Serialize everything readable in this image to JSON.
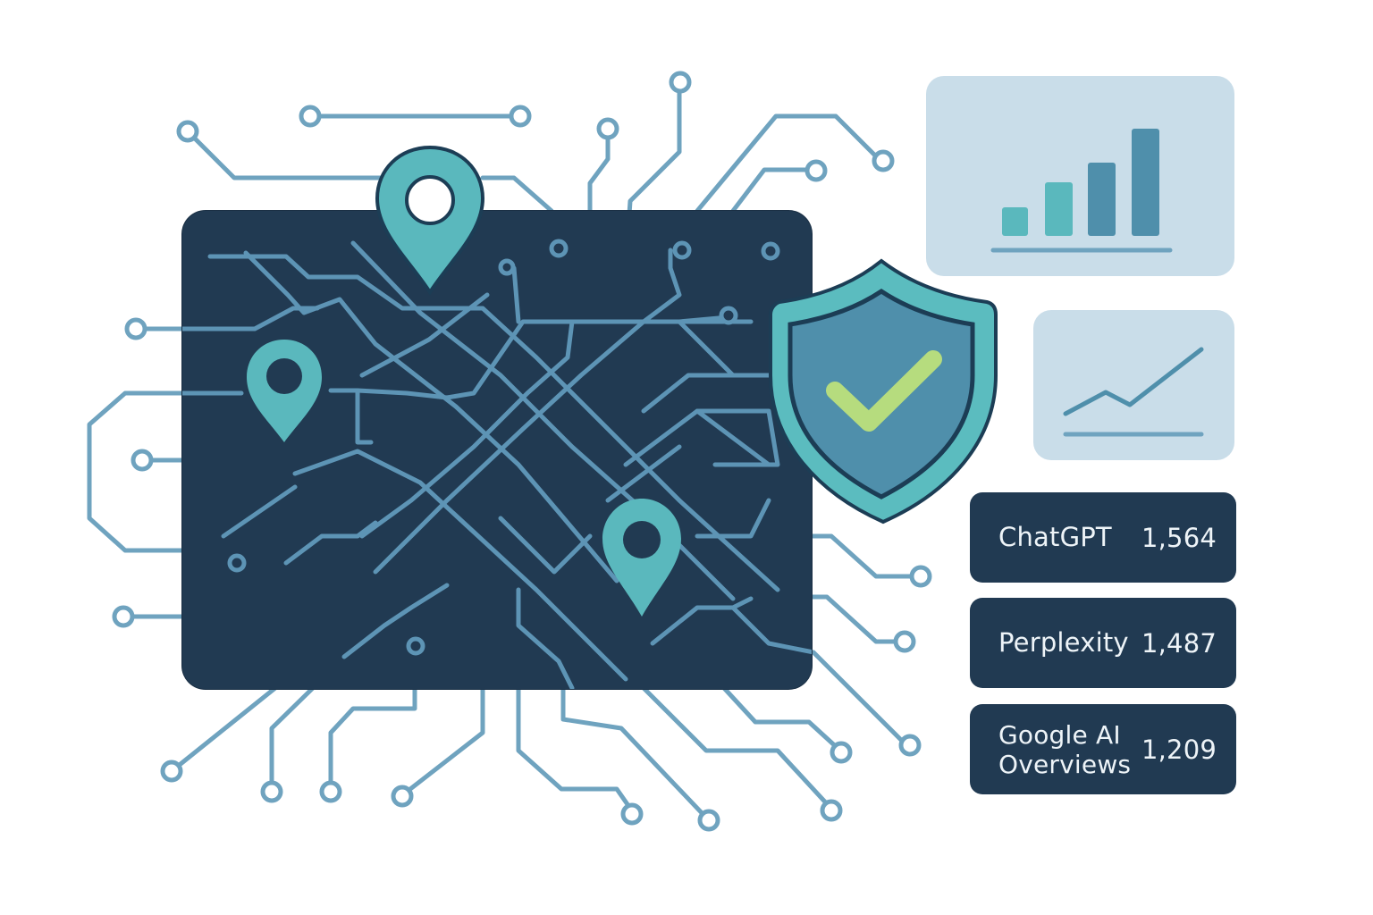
{
  "illustration": {
    "theme": "local map network with AI visibility stats",
    "colors": {
      "background": "#ffffff",
      "map_fill": "#213a52",
      "circuit_line": "#6fa3bf",
      "map_road": "#5d94b5",
      "pin_teal": "#5ab8bd",
      "shield_outer": "#5bbcbf",
      "shield_inner": "#4f8fab",
      "shield_outline": "#1c3d55",
      "check_green": "#b6dc7e",
      "panel_bg": "#c9dde9",
      "bar_light": "#5ab8bd",
      "bar_dark": "#4f8fab",
      "card_bg": "#213a52",
      "card_text": "#eef4f8"
    },
    "icons": [
      "map-pin-icon",
      "map-pin-icon",
      "map-pin-icon",
      "shield-check-icon",
      "bar-chart-icon",
      "line-chart-icon"
    ]
  },
  "stats": [
    {
      "name": "ChatGPT",
      "value": "1,564"
    },
    {
      "name": "Perplexity",
      "value": "1,487"
    },
    {
      "name_line1": "Google AI",
      "name_line2": "Overviews",
      "value": "1,209"
    }
  ],
  "mini_bar_chart": {
    "bars": 4,
    "relative_heights": [
      30,
      57,
      82,
      117
    ]
  },
  "mini_line_chart": {
    "points": [
      [
        0,
        0
      ],
      [
        45,
        -24
      ],
      [
        73,
        -8
      ],
      [
        155,
        -65
      ]
    ]
  }
}
